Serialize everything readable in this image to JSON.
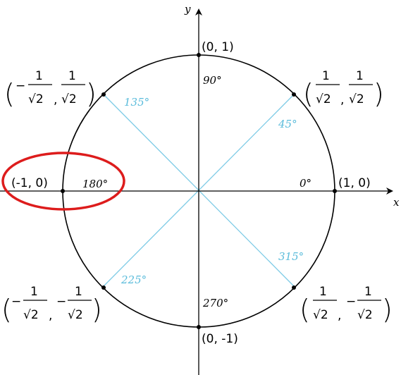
{
  "axes": {
    "x_label": "x",
    "y_label": "y"
  },
  "angles": {
    "a0": "0°",
    "a45": "45°",
    "a90": "90°",
    "a135": "135°",
    "a180": "180°",
    "a225": "225°",
    "a270": "270°",
    "a315": "315°"
  },
  "points": {
    "p0": "(1, 0)",
    "p90": "(0, 1)",
    "p180": "(-1, 0)",
    "p270": "(0, -1)"
  },
  "fraction": {
    "minus": "−",
    "comma": ",",
    "one": "1",
    "root2": "√2",
    "open": "(",
    "close": ")"
  },
  "colors": {
    "circle": "#000000",
    "diagonals": "#7ecbe6",
    "diag_labels": "#5bbcdb",
    "highlight": "#dd1c1c"
  }
}
